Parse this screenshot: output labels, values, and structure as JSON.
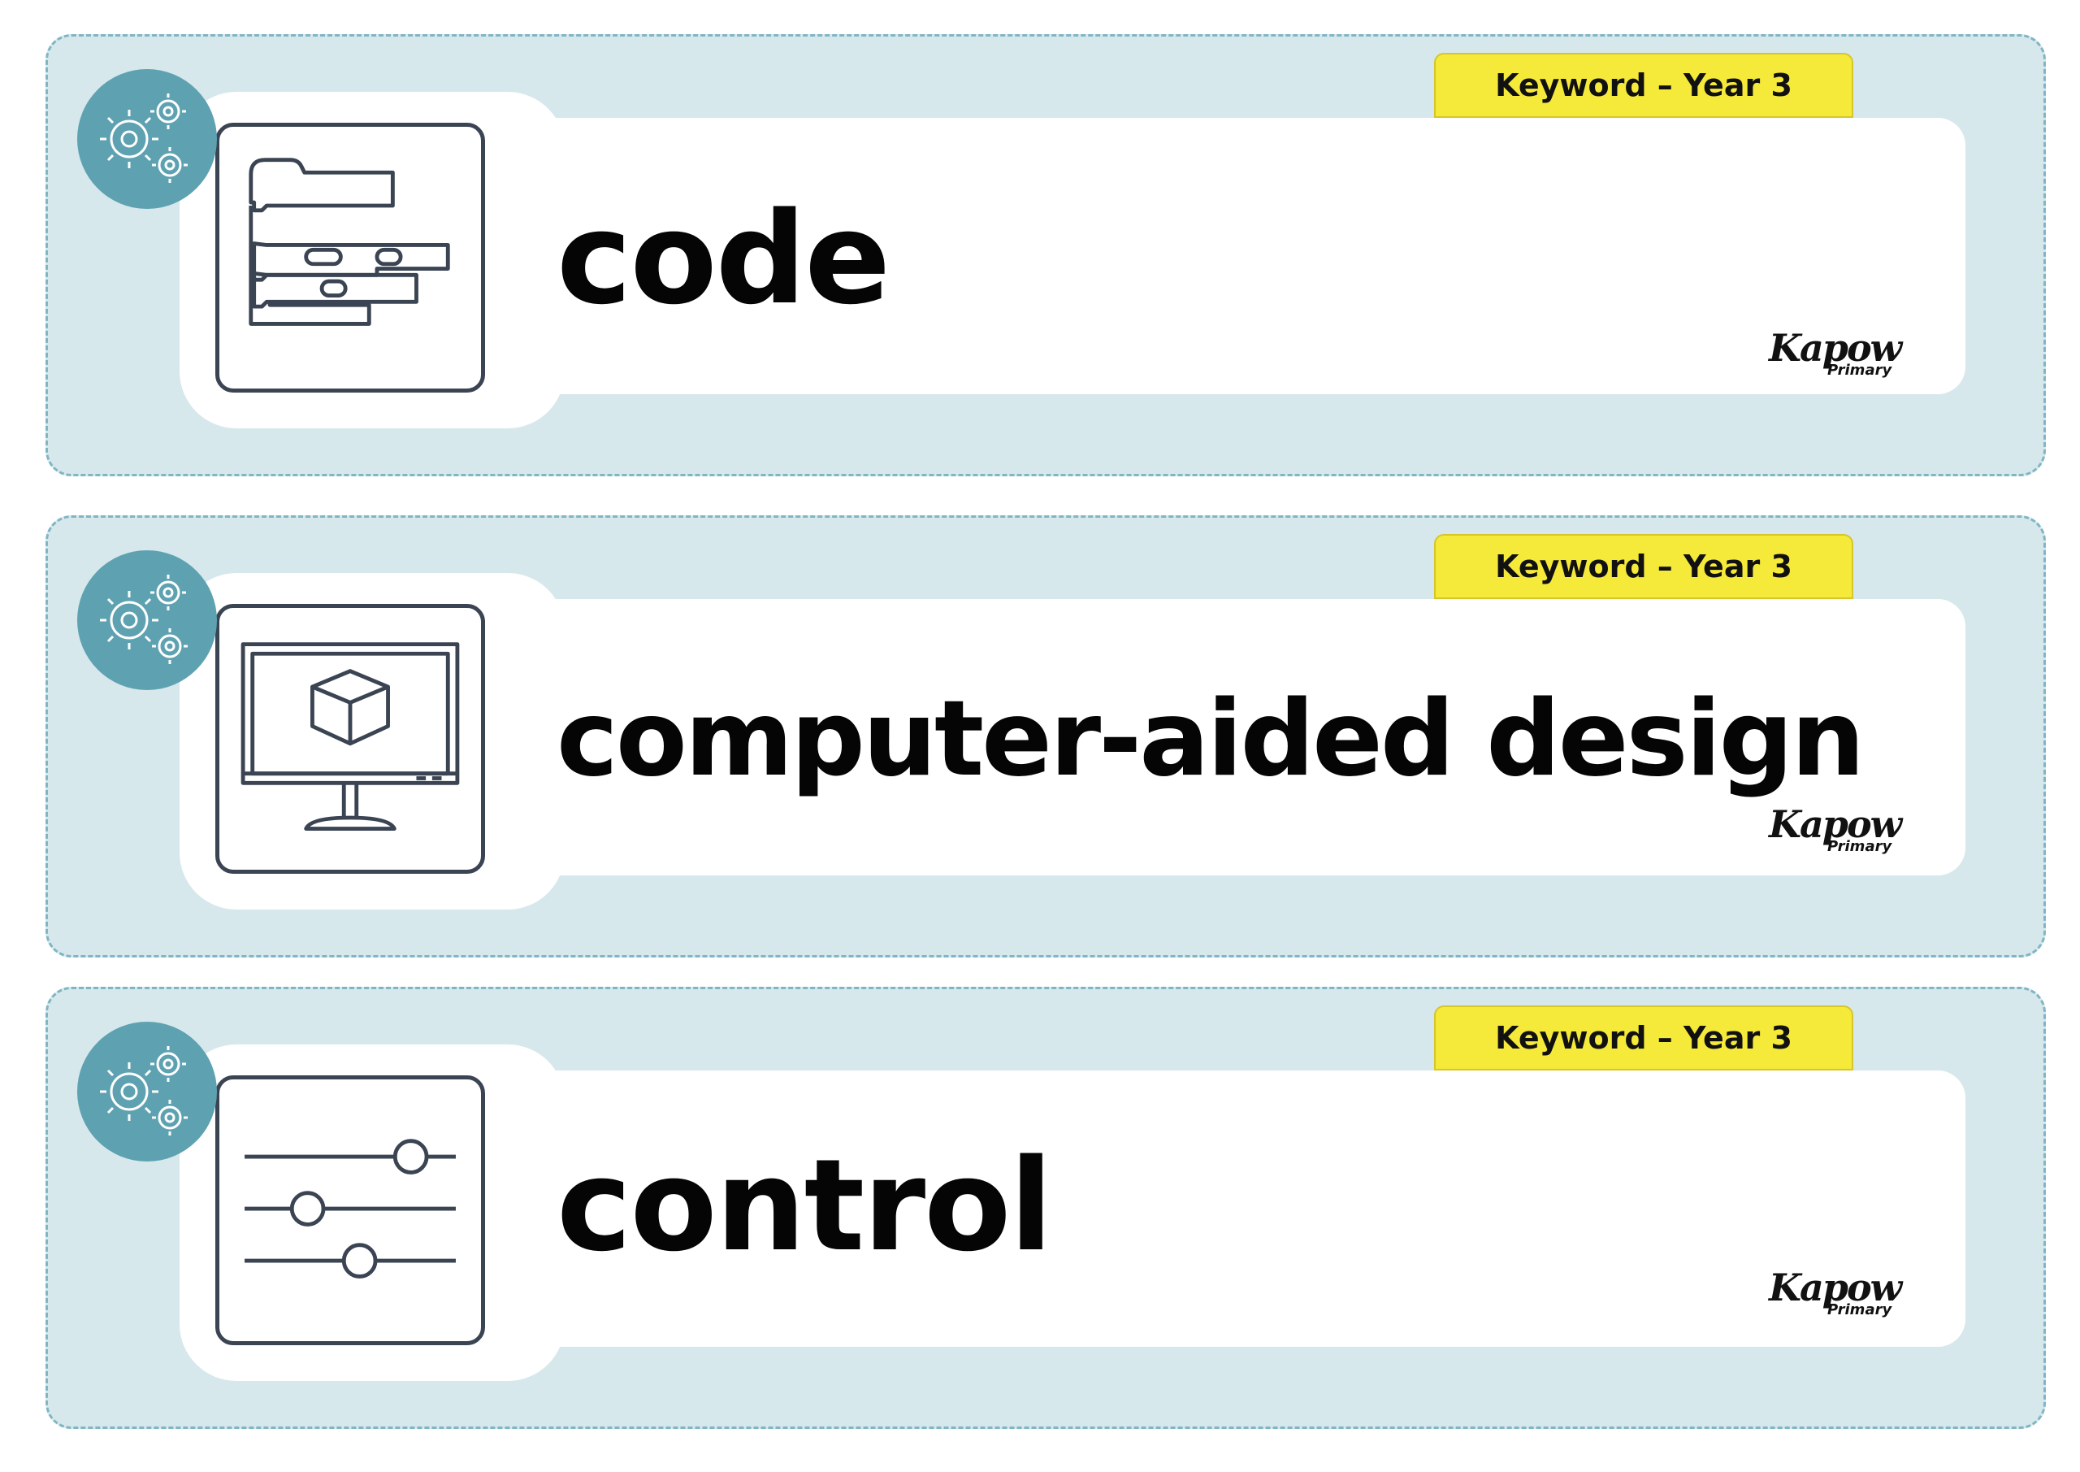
{
  "colors": {
    "card_background": "#d7e8ed",
    "card_border": "#7fb6c3",
    "badge": "#5ea2b1",
    "tab": "#f5e93a",
    "icon_stroke": "#3b4452",
    "text": "#050505"
  },
  "cards": [
    {
      "tab_label": "Keyword – Year 3",
      "keyword": "code",
      "icon": "code-blocks-icon",
      "logo_main": "Kapow",
      "logo_sub": "Primary"
    },
    {
      "tab_label": "Keyword – Year 3",
      "keyword": "computer-aided design",
      "icon": "monitor-cube-icon",
      "logo_main": "Kapow",
      "logo_sub": "Primary"
    },
    {
      "tab_label": "Keyword – Year 3",
      "keyword": "control",
      "icon": "sliders-icon",
      "logo_main": "Kapow",
      "logo_sub": "Primary"
    }
  ]
}
